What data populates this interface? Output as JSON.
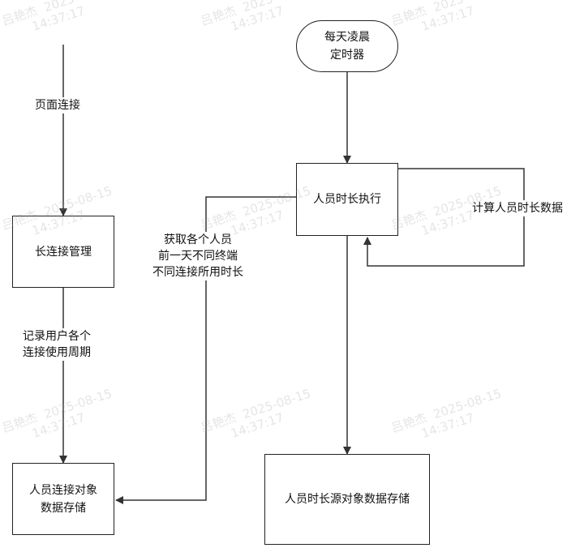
{
  "nodes": {
    "timer": [
      "每天凌晨",
      "定时器"
    ],
    "long_conn": [
      "长连接管理"
    ],
    "duration_exec": [
      "人员时长执行"
    ],
    "conn_store": [
      "人员连接对象",
      "数据存储"
    ],
    "duration_store": [
      "人员时长源对象数据存储"
    ]
  },
  "edge_labels": {
    "page_connect": [
      "页面连接"
    ],
    "record_cycles": [
      "记录用户各个",
      "连接使用周期"
    ],
    "fetch_durations": [
      "获取各个人员",
      "前一天不同终端",
      "不同连接所用时长"
    ],
    "calc_durations": [
      "计算人员时长数据"
    ]
  },
  "watermark": {
    "name": "吕艳杰",
    "date": "2025-08-15",
    "time": "14:37:17"
  },
  "colors": {
    "stroke": "#222222",
    "text": "#111111"
  }
}
